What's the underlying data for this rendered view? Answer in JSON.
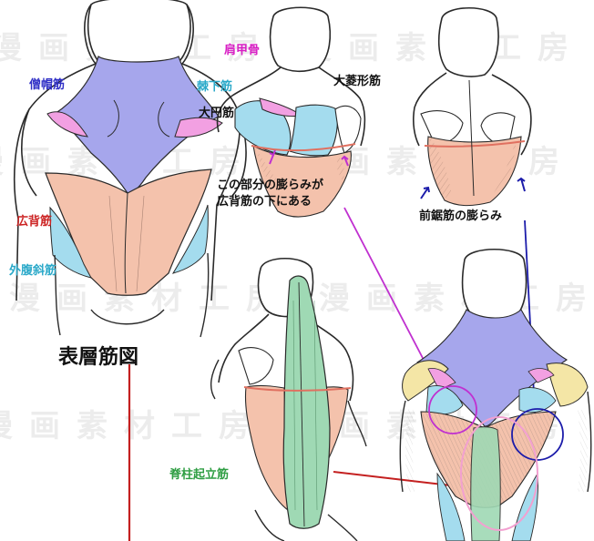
{
  "watermark": "漫画素材工房",
  "title": "表層筋図",
  "labels": {
    "trapezius": "僧帽筋",
    "latissimus": "広背筋",
    "external_oblique": "外腹斜筋",
    "scapula": "肩甲骨",
    "infraspinatus": "棘下筋",
    "rhomboid": "大菱形筋",
    "teres_major": "大円筋",
    "bulge_note_line1": "この部分の膨らみが",
    "bulge_note_line2": "広背筋の下にある",
    "serratus_bulge": "前鋸筋の膨らみ",
    "erector_spinae": "脊柱起立筋"
  },
  "colors": {
    "trapezius": "#a6a6ec",
    "latissimus": "#f4c2ac",
    "oblique": "#a4dcee",
    "pink_accent": "#f2a0e2",
    "erector": "#9fd9b4",
    "label_blue": "#2f2fc6",
    "label_red": "#cc2323",
    "label_teal": "#2ba9c9",
    "label_magenta": "#d81ec4",
    "label_green": "#2f9e43",
    "leader_red": "#c42020",
    "leader_magenta": "#c030d0",
    "leader_blue": "#1c1caa",
    "outline": "#2a2a2a"
  }
}
